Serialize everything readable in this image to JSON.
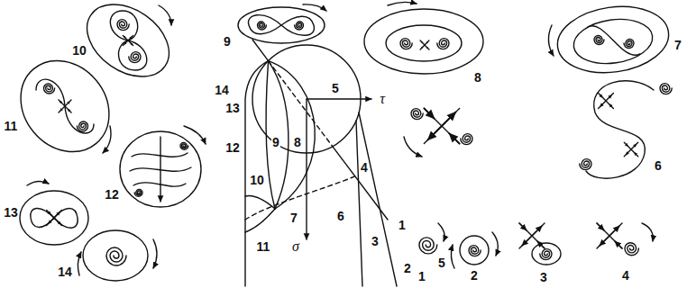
{
  "diagram": {
    "labels": [
      "10",
      "9",
      "8",
      "7",
      "14",
      "5",
      "τ",
      "13",
      "11",
      "12",
      "9",
      "8",
      "4",
      "6",
      "10",
      "12",
      "13",
      "7",
      "6",
      "1",
      "3",
      "11",
      "σ",
      "2",
      "5",
      "14",
      "1",
      "2",
      "3",
      "4"
    ]
  }
}
